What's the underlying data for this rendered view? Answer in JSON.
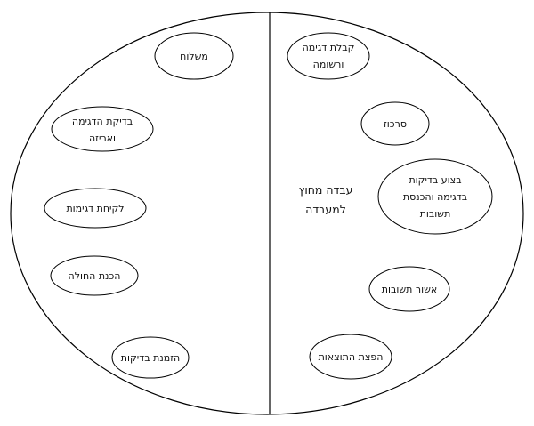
{
  "left_half": {
    "items": [
      {
        "lines": [
          "משלוח"
        ]
      },
      {
        "lines": [
          "בדיקת הדגימה",
          "ואריזה"
        ]
      },
      {
        "lines": [
          "לקיחת דגימות"
        ]
      },
      {
        "lines": [
          "הכנת החולה"
        ]
      },
      {
        "lines": [
          "הזמנת בדיקות"
        ]
      }
    ]
  },
  "right_half": {
    "items": [
      {
        "lines": [
          "קבלת דגימה",
          "ורשומה"
        ]
      },
      {
        "lines": [
          "סרכוז"
        ]
      },
      {
        "lines": [
          "בצוע בדיקות",
          "בדגימה והכנסת",
          "תשובות"
        ]
      },
      {
        "lines": [
          "אשור תשובות"
        ]
      },
      {
        "lines": [
          "הפצת התוצאות"
        ]
      }
    ],
    "side_label": [
      "עבדה מחוץ",
      "למעבדה"
    ]
  },
  "colors": {
    "stroke": "#000000",
    "fill": "#ffffff",
    "text": "#111111"
  }
}
